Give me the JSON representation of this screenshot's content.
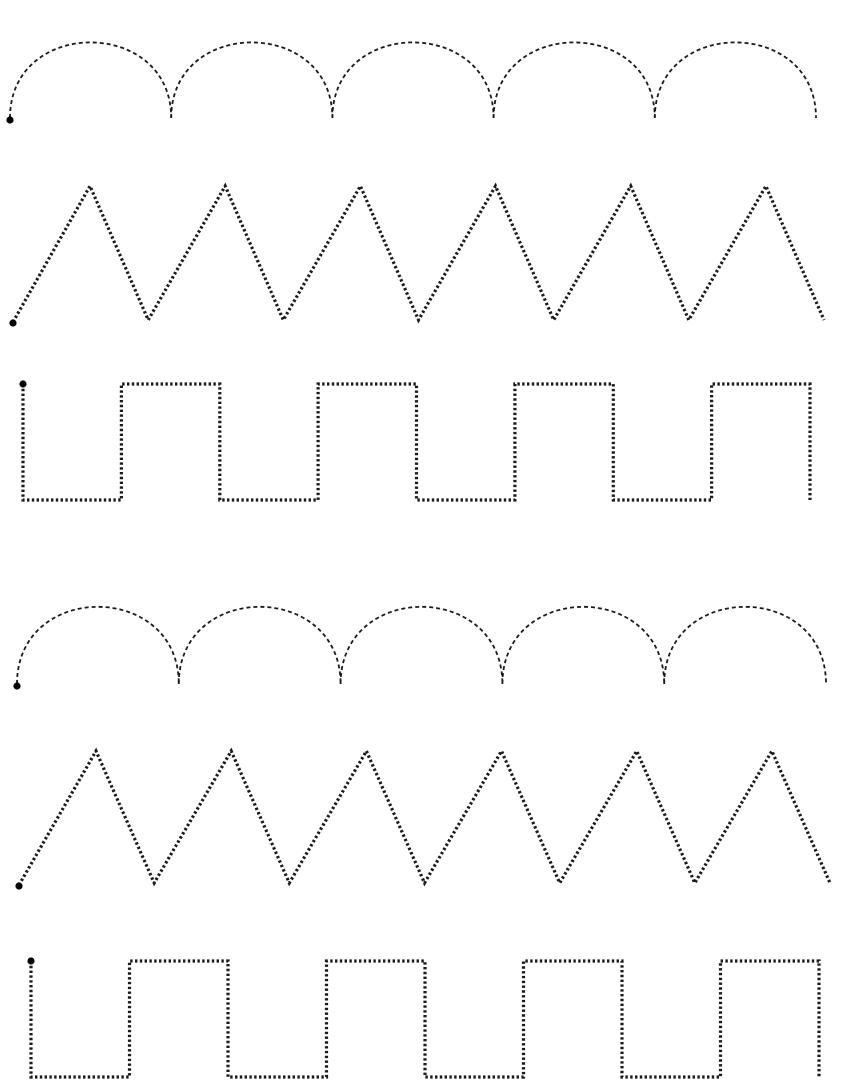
{
  "worksheet": {
    "rows": [
      {
        "pattern": "arches",
        "repeats": 5
      },
      {
        "pattern": "zigzag",
        "repeats": 6
      },
      {
        "pattern": "square-wave",
        "repeats": 4
      },
      {
        "pattern": "arches",
        "repeats": 5
      },
      {
        "pattern": "zigzag",
        "repeats": 6
      },
      {
        "pattern": "square-wave",
        "repeats": 4
      }
    ],
    "line_color": "#1a1a1a",
    "start_dot_color": "#000000",
    "background": "#ffffff"
  }
}
